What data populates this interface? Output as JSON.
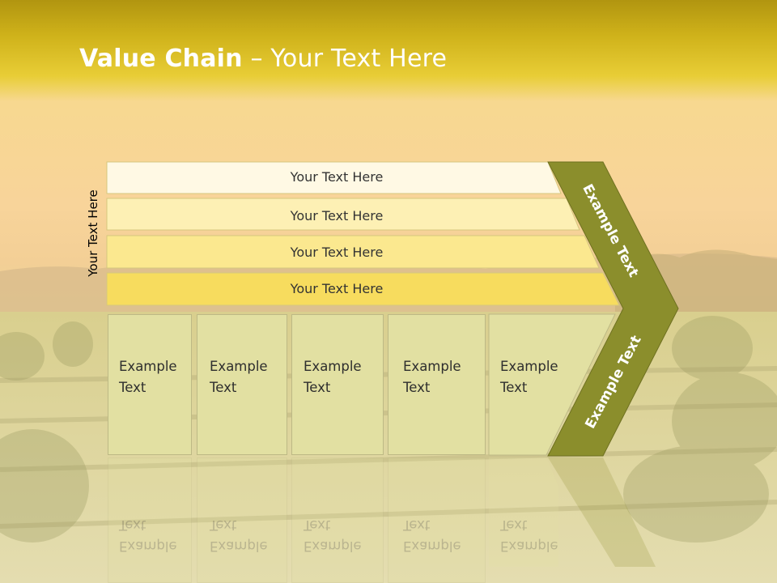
{
  "slide": {
    "title_bold": "Value Chain",
    "title_rest": " – Your Text Here",
    "side_label": "Your Text Here",
    "bars": [
      {
        "label": "Your Text Here"
      },
      {
        "label": "Your Text Here"
      },
      {
        "label": "Your Text Here"
      },
      {
        "label": "Your Text Here"
      }
    ],
    "boxes": [
      {
        "line1": "Example",
        "line2": "Text"
      },
      {
        "line1": "Example",
        "line2": "Text"
      },
      {
        "line1": "Example",
        "line2": "Text"
      },
      {
        "line1": "Example",
        "line2": "Text"
      },
      {
        "line1": "Example",
        "line2": "Text"
      }
    ],
    "arrow_upper_label": "Example Text",
    "arrow_lower_label": "Example Text"
  },
  "colors": {
    "header": "#d8bc24",
    "arrow": "#8b8e2c",
    "box_fill": "#e2e0a2",
    "bar_fills": [
      "#fff9e4",
      "#fdf0b4",
      "#fbe88f",
      "#f7dc5e"
    ]
  }
}
